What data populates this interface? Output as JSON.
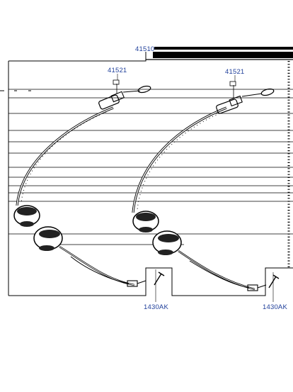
{
  "labels": {
    "assembly": "41510",
    "cable_left": "41521",
    "cable_right": "41521",
    "bolt_left": "1430AK",
    "bolt_right": "1430AK"
  },
  "colors": {
    "label_text": "#1f3f9a",
    "line": "#000000",
    "background": "#ffffff"
  }
}
